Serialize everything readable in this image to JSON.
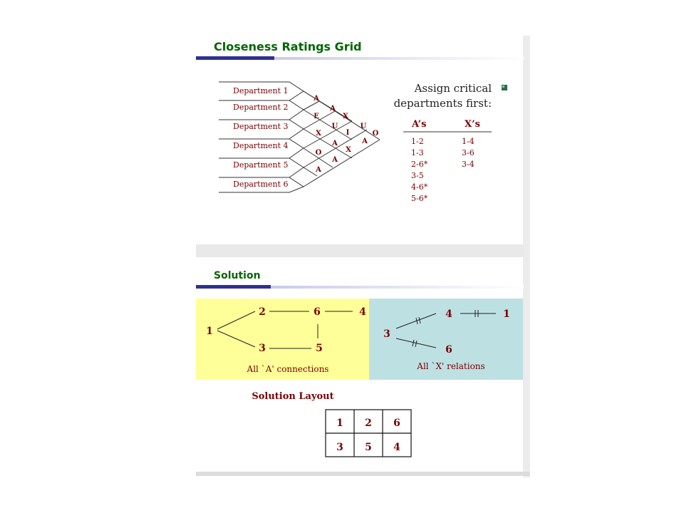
{
  "top_section": {
    "title": "Closeness Ratings Grid",
    "departments": [
      "Department 1",
      "Department 2",
      "Department 3",
      "Department 4",
      "Department 5",
      "Department 6"
    ],
    "ratings": {
      "d12": "A",
      "d13": "E",
      "d14": "X",
      "d15": "O",
      "d16": "A",
      "d23": "A",
      "d24": "U",
      "d25": "A",
      "d26": "A",
      "d34": "X",
      "d35": "I",
      "d36": "X",
      "d45": "U",
      "d46": "A",
      "d56": "O"
    },
    "assign_line1": "Assign critical",
    "assign_line2": "departments first:",
    "a_header": "A’s",
    "x_header": "X’s",
    "a_list": [
      "1-2",
      "1-3",
      "2-6*",
      "3-5",
      "4-6*",
      "5-6*"
    ],
    "x_list": [
      "1-4",
      "3-6",
      "3-4"
    ]
  },
  "solution_section": {
    "title": "Solution",
    "a_panel": {
      "nodes": [
        "1",
        "2",
        "6",
        "4",
        "3",
        "5"
      ],
      "caption": "All `A' connections"
    },
    "x_panel": {
      "nodes": [
        "3",
        "4",
        "1",
        "6"
      ],
      "caption": "All `X' relations"
    },
    "layout_title": "Solution Layout",
    "layout_grid": [
      [
        "1",
        "2",
        "6"
      ],
      [
        "3",
        "5",
        "4"
      ]
    ]
  },
  "colors": {
    "title_green": "#006600",
    "red_text": "#8b0000",
    "yellow_panel": "#ffff99",
    "teal_panel": "#bde0e3",
    "bar_blue": "#2e3192"
  }
}
